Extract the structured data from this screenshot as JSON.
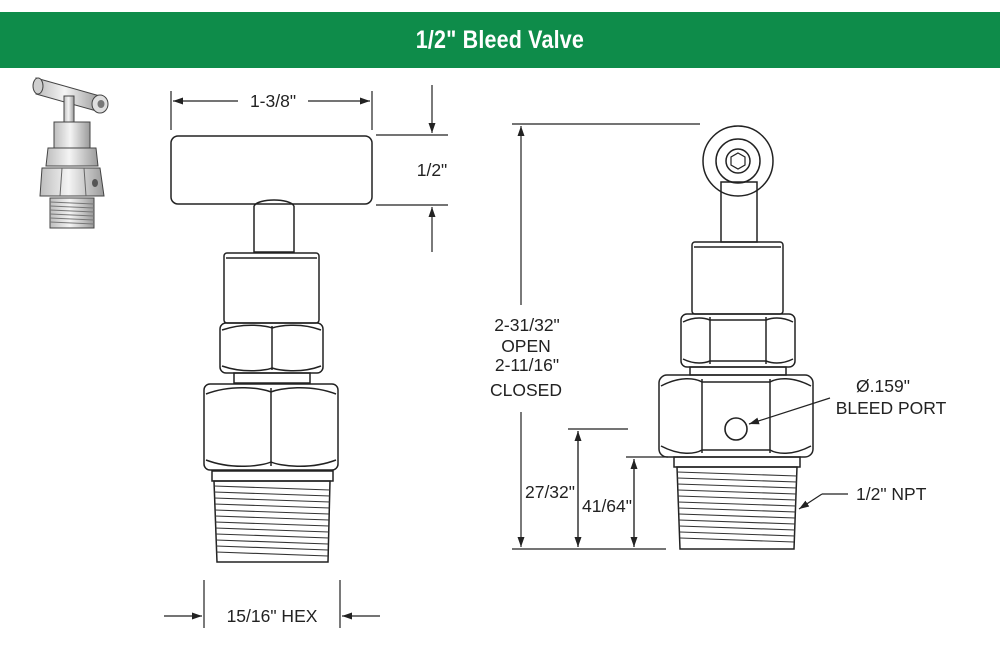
{
  "header": {
    "title": "1/2\" Bleed Valve"
  },
  "dimensions": {
    "handle_width": "1-3/8\"",
    "handle_height": "1/2\"",
    "hex_size": "15/16\" HEX",
    "overall_open": "2-31/32\"",
    "open_word": "OPEN",
    "overall_closed": "2-11/16\"",
    "closed_word": "CLOSED",
    "port_height": "27/32\"",
    "thread_height": "41/64\"",
    "port_diameter": "Ø.159\"",
    "port_name": "BLEED PORT",
    "thread_spec": "1/2\" NPT"
  },
  "colors": {
    "banner": "#0e8c4a",
    "line": "#222222",
    "part_fill": "#ffffff",
    "shade": "#e9e9e9"
  },
  "icons": {
    "arrow": "triangle-arrow-icon",
    "product": "valve-photo-icon"
  }
}
